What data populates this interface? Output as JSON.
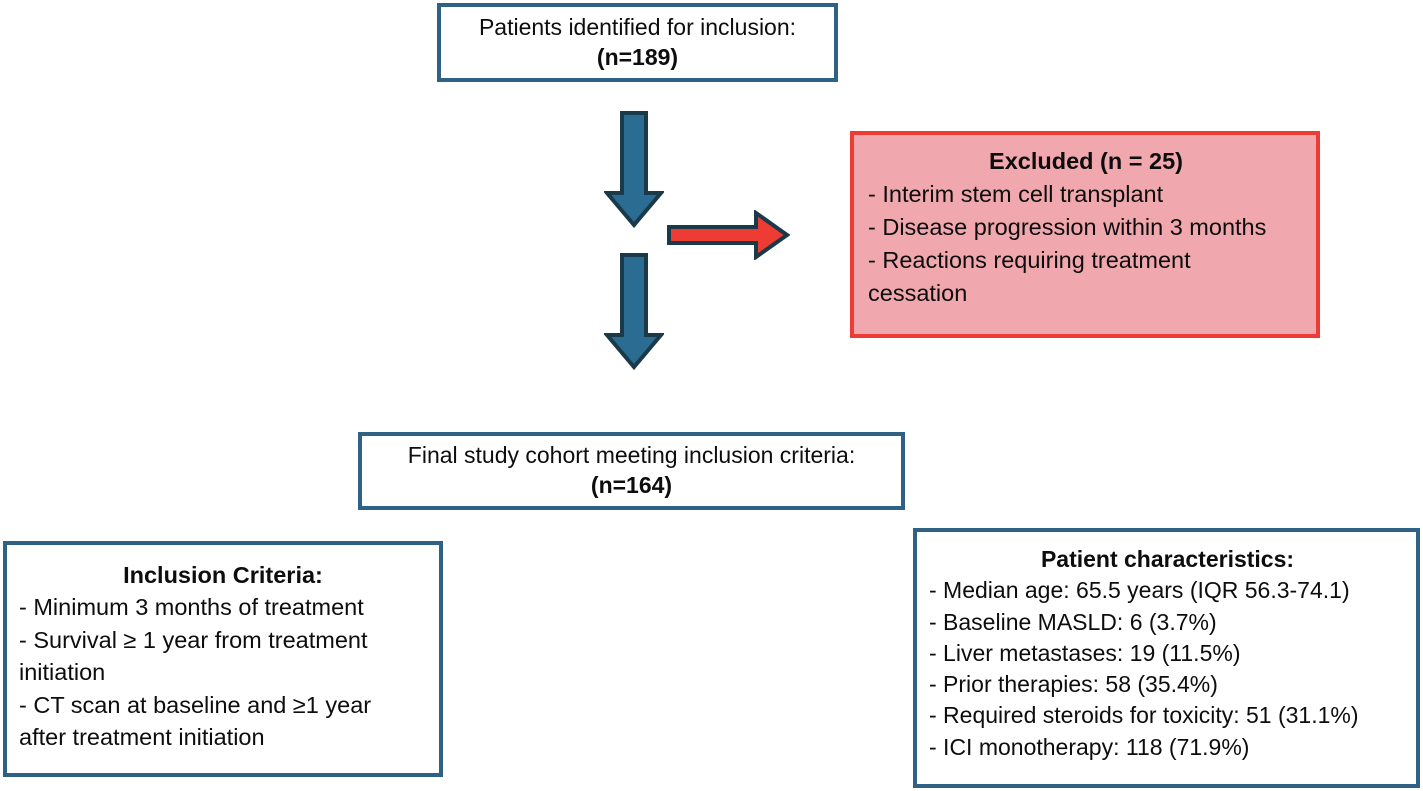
{
  "diagram": {
    "title": "Patient inclusion flow diagram",
    "colors": {
      "box_border_blue": "#2e6184",
      "box_fill_white": "#ffffff",
      "excluded_border_red": "#ef3b36",
      "excluded_fill_pink": "#f0a8ae",
      "arrow_blue_fill": "#2b6c92",
      "arrow_red_fill": "#ee3b33",
      "arrow_outline": "#1a3a4a",
      "text": "#0d0d0d"
    },
    "nodes": {
      "identified": {
        "name": "patients-identified",
        "lines": [
          {
            "text": "Patients identified for inclusion:",
            "bold": false,
            "align": "center"
          },
          {
            "text": "(n=189)",
            "bold": true,
            "align": "center"
          }
        ]
      },
      "excluded": {
        "name": "excluded",
        "lines": [
          {
            "text": "Excluded (n = 25)",
            "bold": true,
            "align": "center"
          },
          {
            "text": "- Interim stem cell transplant",
            "bold": false,
            "align": "left"
          },
          {
            "text": "- Disease progression within 3 months",
            "bold": false,
            "align": "left"
          },
          {
            "text": "- Reactions requiring treatment",
            "bold": false,
            "align": "left"
          },
          {
            "text": "cessation",
            "bold": false,
            "align": "left"
          }
        ]
      },
      "final_cohort": {
        "name": "final-study-cohort",
        "lines": [
          {
            "text": "Final study cohort meeting inclusion criteria:",
            "bold": false,
            "align": "center"
          },
          {
            "text": "(n=164)",
            "bold": true,
            "align": "center"
          }
        ]
      },
      "inclusion_criteria": {
        "name": "inclusion-criteria",
        "lines": [
          {
            "text": "Inclusion Criteria:",
            "bold": true,
            "align": "center"
          },
          {
            "text": "- Minimum 3 months of treatment",
            "bold": false,
            "align": "left"
          },
          {
            "text": "- Survival ≥ 1 year from treatment",
            "bold": false,
            "align": "left"
          },
          {
            "text": "initiation",
            "bold": false,
            "align": "left"
          },
          {
            "text": "- CT scan at baseline and ≥1 year",
            "bold": false,
            "align": "left"
          },
          {
            "text": "after treatment initiation",
            "bold": false,
            "align": "left"
          }
        ]
      },
      "patient_characteristics": {
        "name": "patient-characteristics",
        "lines": [
          {
            "text": "Patient characteristics:",
            "bold": true,
            "align": "center"
          },
          {
            "text": "- Median age: 65.5 years (IQR 56.3-74.1)",
            "bold": false,
            "align": "left"
          },
          {
            "text": "- Baseline MASLD: 6 (3.7%)",
            "bold": false,
            "align": "left"
          },
          {
            "text": "- Liver metastases: 19 (11.5%)",
            "bold": false,
            "align": "left"
          },
          {
            "text": "- Prior therapies: 58 (35.4%)",
            "bold": false,
            "align": "left"
          },
          {
            "text": "- Required steroids for toxicity: 51 (31.1%)",
            "bold": false,
            "align": "left"
          },
          {
            "text": "- ICI monotherapy: 118 (71.9%)",
            "bold": false,
            "align": "left"
          }
        ]
      }
    },
    "connectors": [
      {
        "name": "arrow-down-identified-to-split",
        "icon": "arrow-down-icon",
        "direction": "down",
        "color": "#2b6c92"
      },
      {
        "name": "arrow-right-to-excluded",
        "icon": "arrow-right-icon",
        "direction": "right",
        "color": "#ee3b33"
      },
      {
        "name": "arrow-down-split-to-final-cohort",
        "icon": "arrow-down-icon",
        "direction": "down",
        "color": "#2b6c92"
      }
    ]
  }
}
